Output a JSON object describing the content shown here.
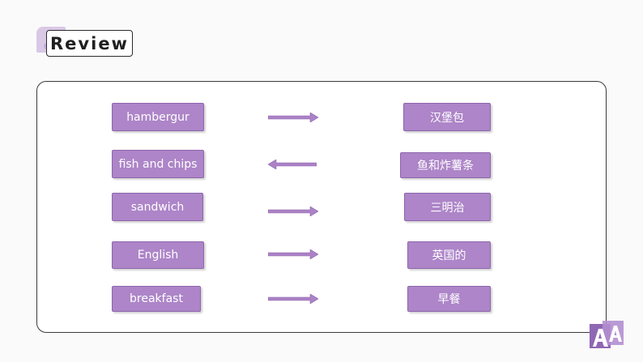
{
  "header": {
    "title": "Review"
  },
  "pairs": [
    {
      "english": "hambergur",
      "chinese": "汉堡包",
      "direction": "right"
    },
    {
      "english": "fish and chips",
      "chinese": "鱼和炸薯条",
      "direction": "left"
    },
    {
      "english": "sandwich",
      "chinese": "三明治",
      "direction": "right"
    },
    {
      "english": "English",
      "chinese": "英国的",
      "direction": "right"
    },
    {
      "english": "breakfast",
      "chinese": "早餐",
      "direction": "right"
    }
  ],
  "colors": {
    "tag_fill": "#ad85c8",
    "arrow_fill": "#ab82c6",
    "accent_light": "#d9c8e6"
  },
  "icons": {
    "corner_logo": "letter-a-logo-icon"
  }
}
